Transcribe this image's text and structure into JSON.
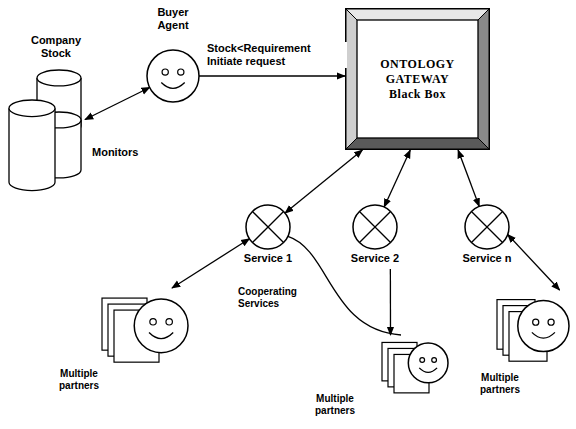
{
  "diagram": {
    "nodes": [
      {
        "text": [
          "Company Stock"
        ]
      },
      {
        "text": [
          "Buyer Agent"
        ]
      },
      {
        "text": [
          "ONTOLOGY GATEWAY Black Box"
        ]
      },
      {
        "text": [
          "Service 1"
        ]
      },
      {
        "text": [
          "Service 2"
        ]
      },
      {
        "text": [
          "Service n"
        ]
      },
      {
        "text": [
          "Multiple partners"
        ]
      },
      {
        "text": [
          "Multiple partners"
        ]
      },
      {
        "text": [
          "Multiple partners"
        ]
      }
    ],
    "edges": [
      {
        "from": 1,
        "to": 0,
        "arrow": "both",
        "label": "Monitors"
      },
      {
        "from": 1,
        "to": 2,
        "arrow": "to",
        "label": "Stock<Requirement Initiate request"
      },
      {
        "from": 2,
        "to": 3,
        "arrow": "both"
      },
      {
        "from": 2,
        "to": 4,
        "arrow": "both"
      },
      {
        "from": 2,
        "to": 5,
        "arrow": "both"
      },
      {
        "from": 3,
        "to": 6,
        "arrow": "both"
      },
      {
        "from": 5,
        "to": 8,
        "arrow": "both"
      },
      {
        "from": 3,
        "to": 7,
        "arrow": "none"
      },
      {
        "from": 4,
        "to": 7,
        "arrow": "to"
      }
    ],
    "labels": [
      "Cooperating Services"
    ]
  }
}
